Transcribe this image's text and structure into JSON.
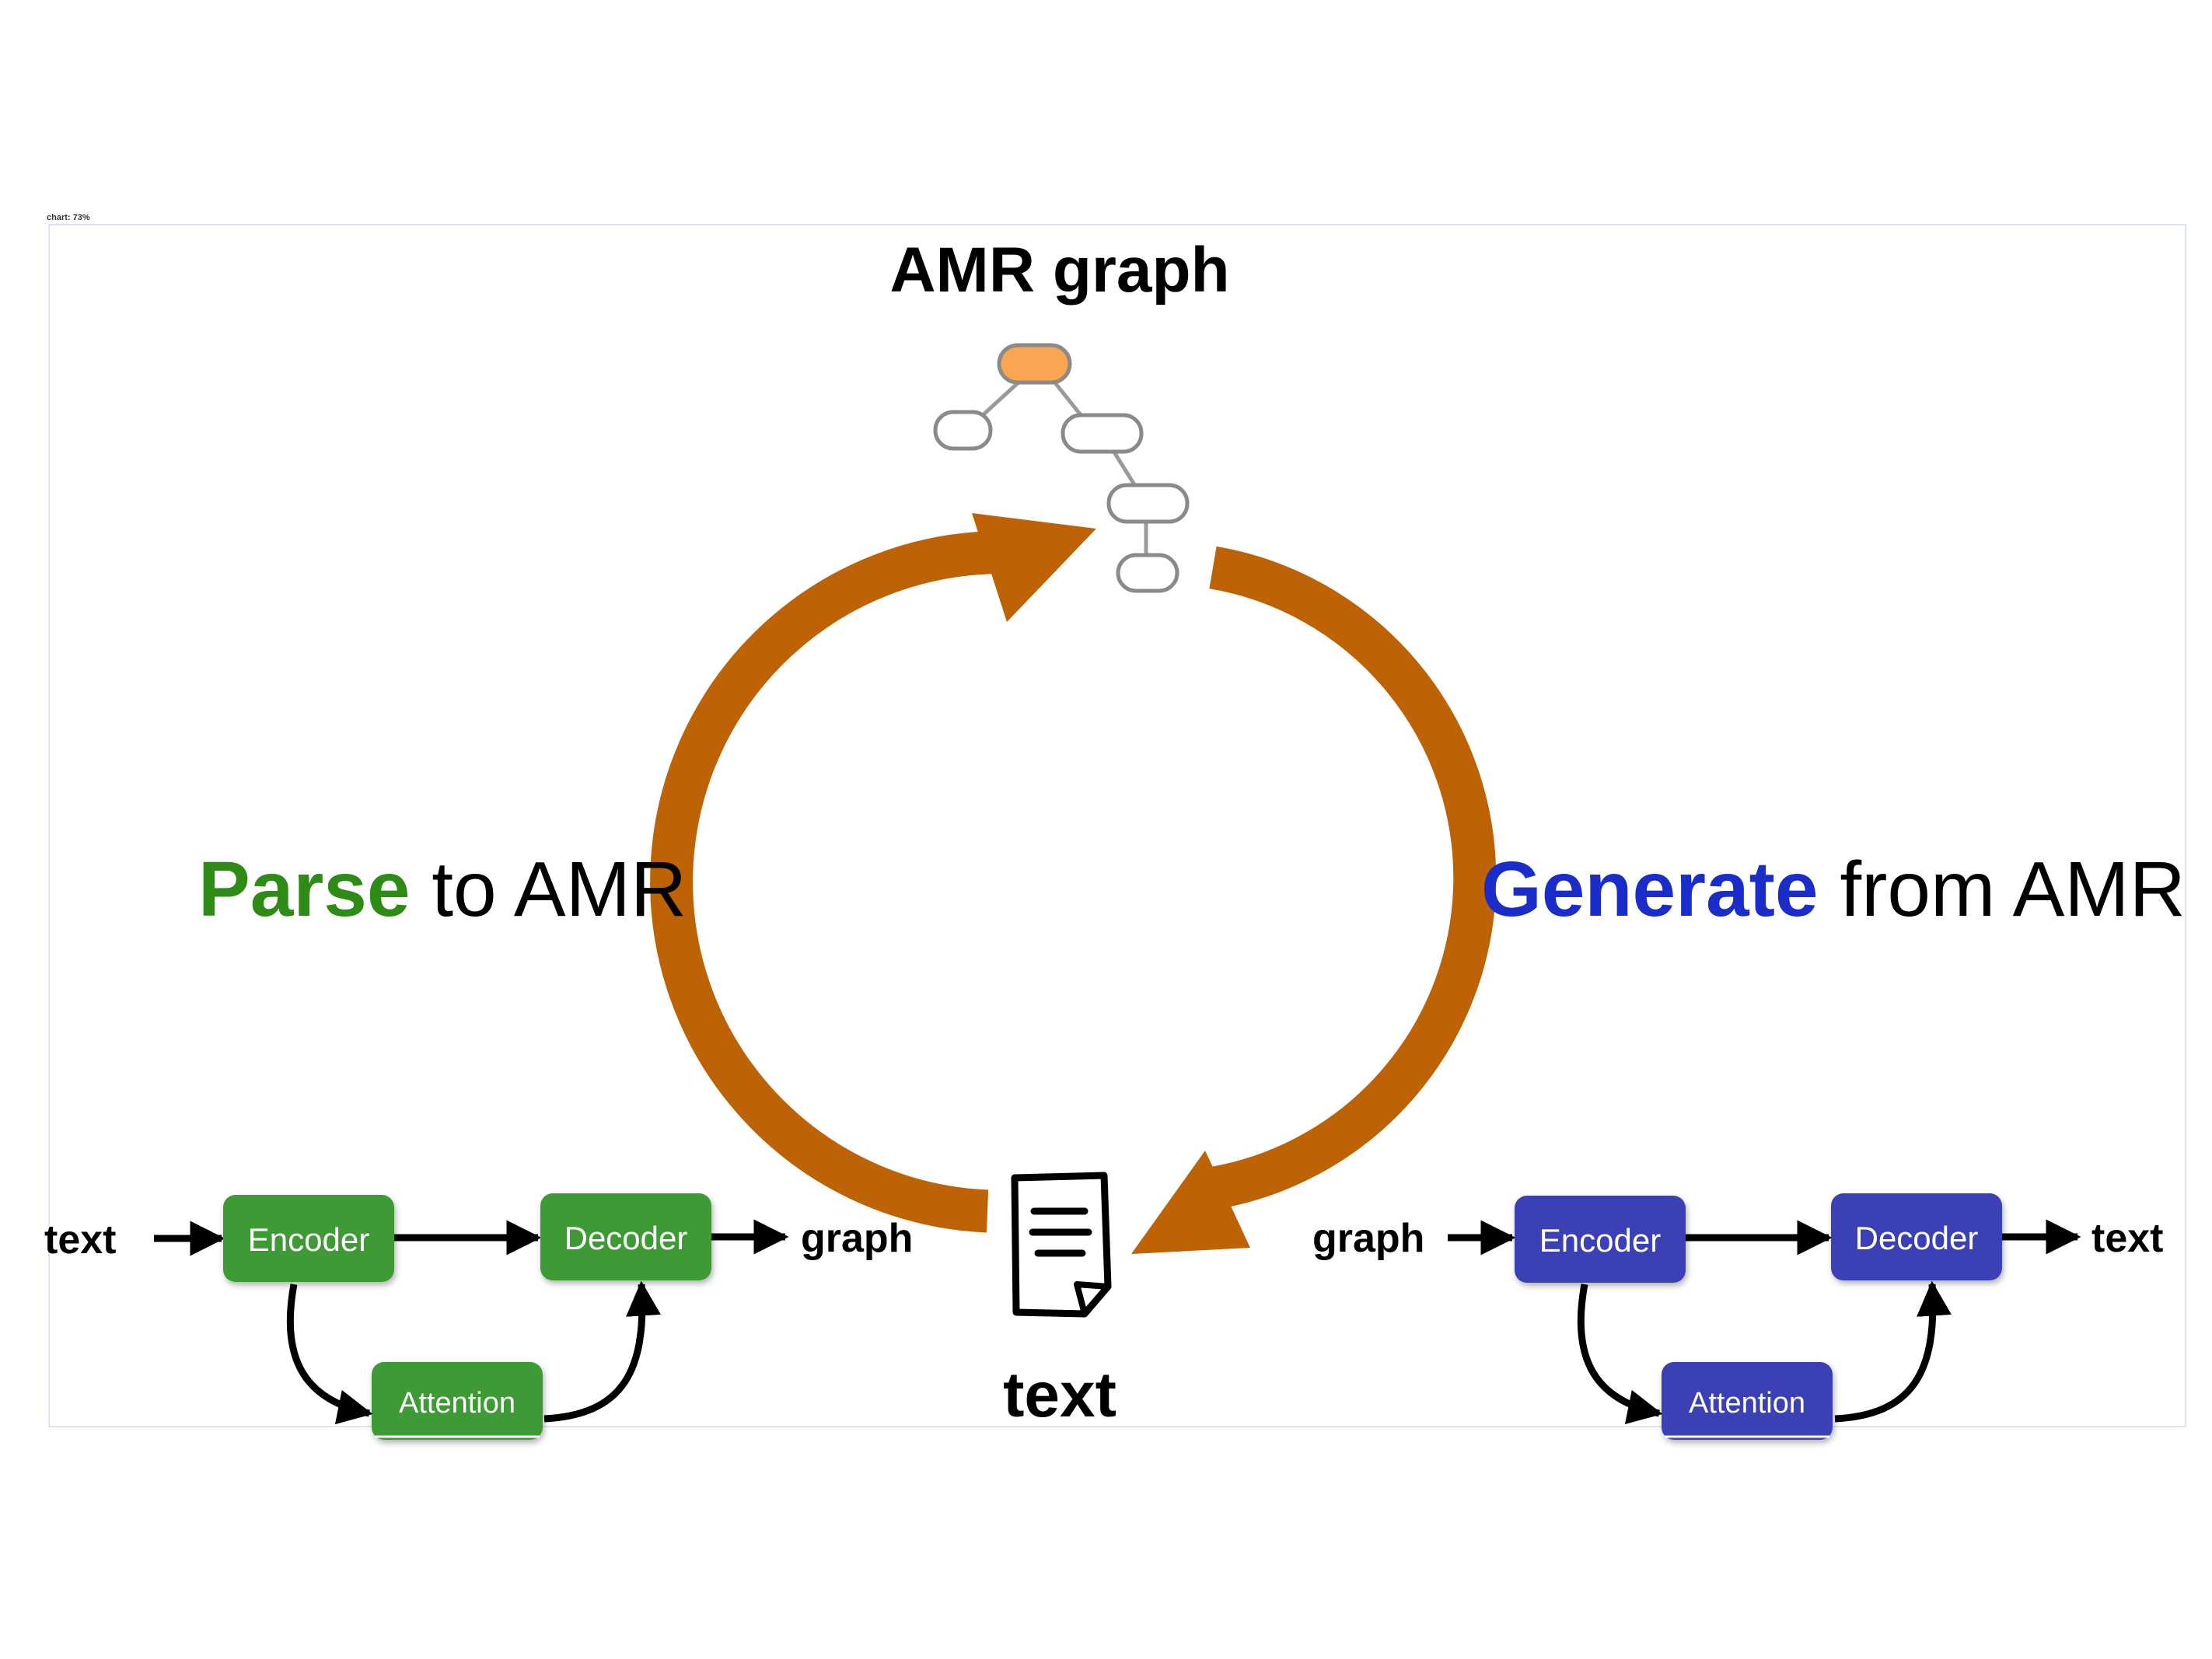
{
  "debug_tag": "chart: 73%",
  "center": {
    "graph_title": "AMR graph",
    "text_title": "text"
  },
  "parse": {
    "highlight": "Parse",
    "rest": " to AMR",
    "color": "#2e8b16",
    "input": "text",
    "output": "graph",
    "encoder": "Encoder",
    "decoder": "Decoder",
    "attention": "Attention",
    "box_color": "#3c9a34"
  },
  "generate": {
    "highlight": "Generate",
    "rest": " from AMR",
    "color": "#1a2dc8",
    "input": "graph",
    "output": "text",
    "encoder": "Encoder",
    "decoder": "Decoder",
    "attention": "Attention",
    "box_color": "#3a41b5"
  },
  "colors": {
    "cycle_arrow": "#bd6205",
    "root_node": "#f9a653",
    "node_stroke": "#8a8a8a"
  },
  "icons": {
    "document": "document-icon"
  }
}
